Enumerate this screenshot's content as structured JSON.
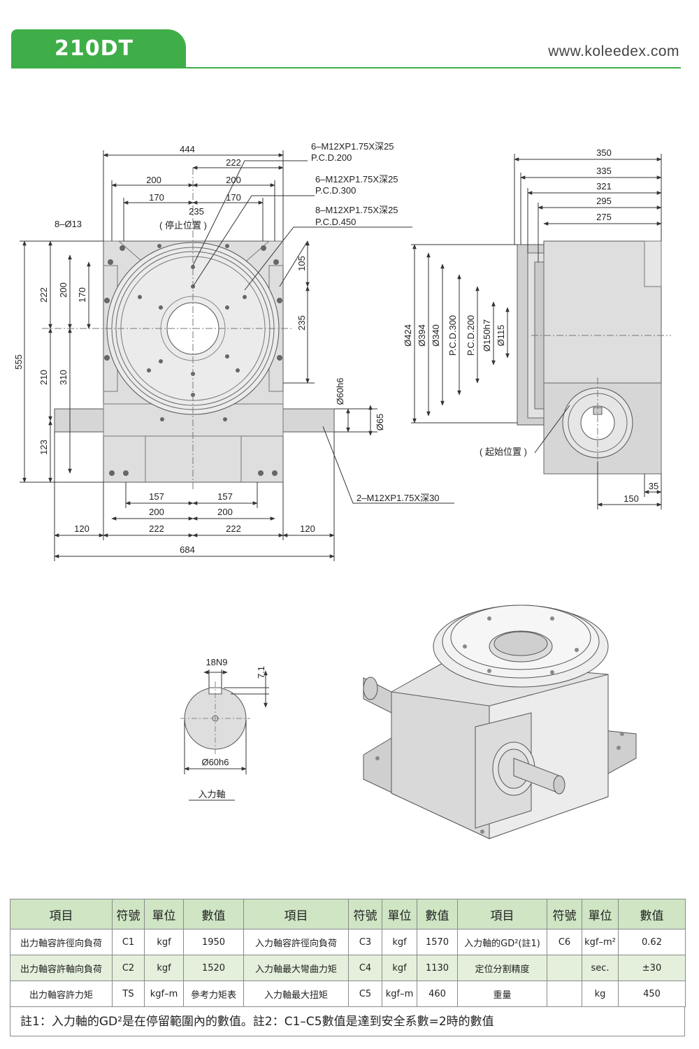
{
  "header": {
    "model": "210DT",
    "website": "www.koleedex.com"
  },
  "front_view": {
    "top_dims": [
      "444",
      "222",
      "200",
      "200",
      "170",
      "170",
      "235"
    ],
    "stop_label": "( 停止位置 )",
    "hole_label": "8–Ø13",
    "callouts": [
      {
        "line1": "6–M12XP1.75X深25",
        "line2": "P.C.D.200"
      },
      {
        "line1": "6–M12XP1.75X深25",
        "line2": "P.C.D.300"
      },
      {
        "line1": "8–M12XP1.75X深25",
        "line2": "P.C.D.450"
      }
    ],
    "left_dims": [
      "555",
      "222",
      "200",
      "170",
      "210",
      "310",
      "123"
    ],
    "right_dims": [
      "105",
      "235",
      "Ø60h6",
      "Ø65"
    ],
    "bottom_dims": [
      "157",
      "157",
      "200",
      "200",
      "120",
      "222",
      "222",
      "120",
      "684"
    ],
    "tap_label": "2–M12XP1.75X深30"
  },
  "side_view": {
    "top_dims": [
      "350",
      "335",
      "321",
      "295",
      "275"
    ],
    "left_dims": [
      "Ø424",
      "Ø394",
      "Ø340",
      "P.C.D.300",
      "P.C.D.200",
      "Ø150h7",
      "Ø115"
    ],
    "start_label": "( 起始位置 )",
    "bottom_dims": [
      "35",
      "150"
    ]
  },
  "shaft_view": {
    "key": "18N9",
    "depth": "7.1",
    "diameter": "Ø60h6",
    "caption": "入力軸"
  },
  "spec_table": {
    "headers": [
      "項目",
      "符號",
      "單位",
      "數值",
      "項目",
      "符號",
      "單位",
      "數值",
      "項目",
      "符號",
      "單位",
      "數值"
    ],
    "rows": [
      [
        "出力軸容許徑向負荷",
        "C1",
        "kgf",
        "1950",
        "入力軸容許徑向負荷",
        "C3",
        "kgf",
        "1570",
        "入力軸的GD²(註1)",
        "C6",
        "kgf–m²",
        "0.62"
      ],
      [
        "出力軸容許軸向負荷",
        "C2",
        "kgf",
        "1520",
        "入力軸最大彎曲力矩",
        "C4",
        "kgf",
        "1130",
        "定位分割精度",
        "",
        "sec.",
        "±30"
      ],
      [
        "出力軸容許力矩",
        "TS",
        "kgf–m",
        "參考力矩表",
        "入力軸最大扭矩",
        "C5",
        "kgf–m",
        "460",
        "重量",
        "",
        "kg",
        "450"
      ]
    ],
    "footnote": "註1：入力軸的GD²是在停留範圍內的數值。註2：C1–C5數值是達到安全系數=2時的數值"
  },
  "colors": {
    "accent": "#3fae49",
    "table_header": "#cfe5c4",
    "table_alt": "#e4f0dc"
  }
}
